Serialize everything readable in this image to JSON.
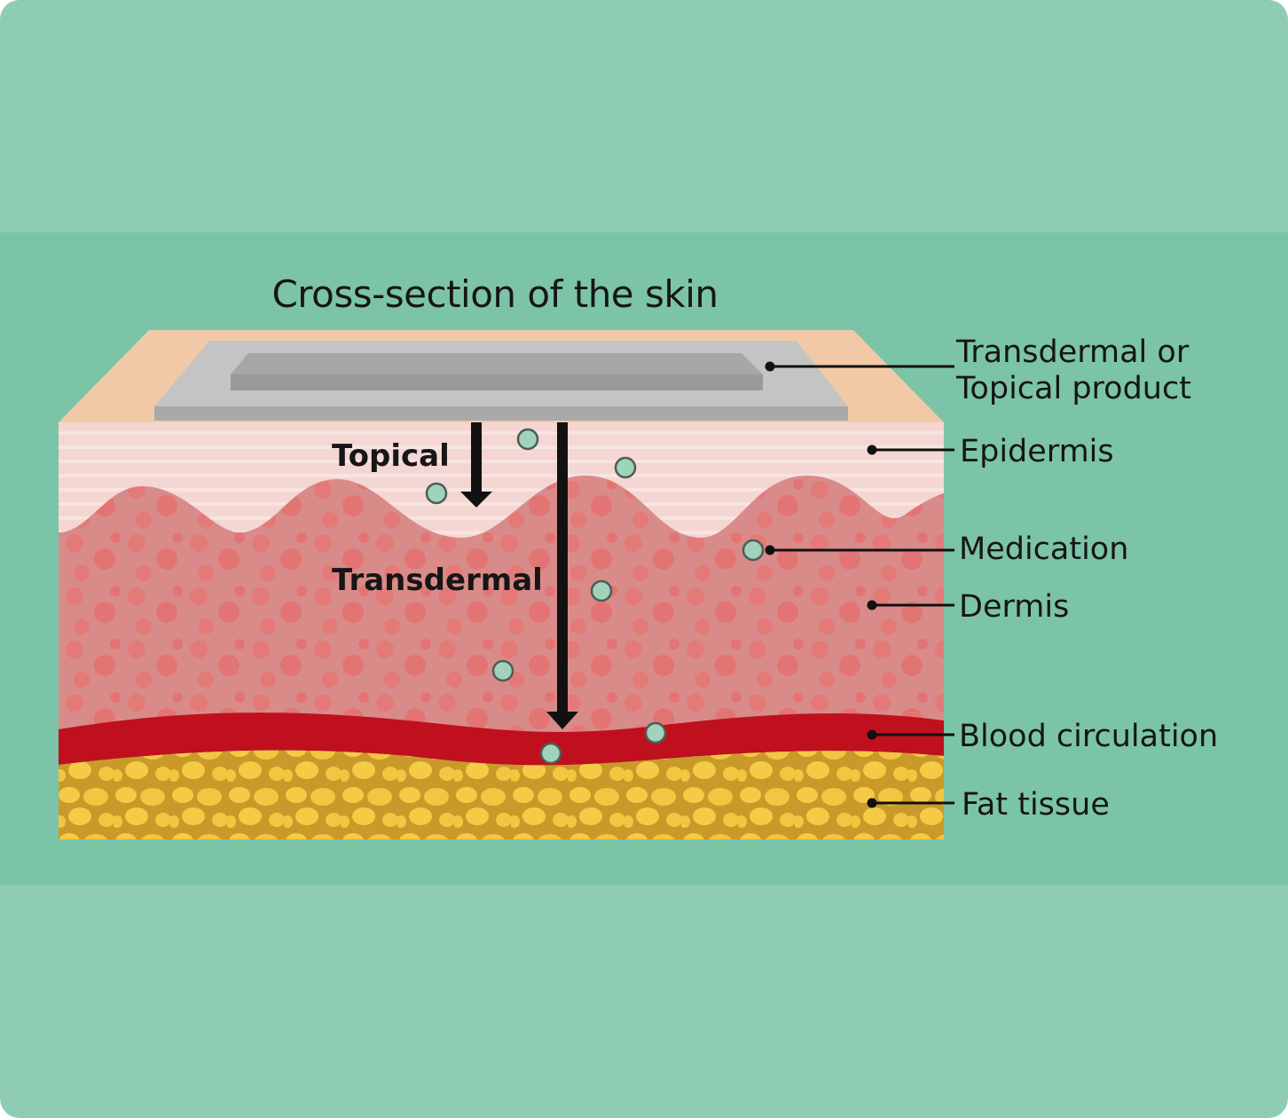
{
  "title": "Cross-section of the skin",
  "labels": {
    "product_line1": "Transdermal or",
    "product_line2": "Topical product",
    "epidermis": "Epidermis",
    "medication": "Medication",
    "dermis": "Dermis",
    "blood": "Blood circulation",
    "fat": "Fat tissue"
  },
  "paths": {
    "topical": "Topical",
    "transdermal": "Transdermal"
  },
  "colors": {
    "background": "#8ecdb3",
    "band": "#7cc4a7",
    "skin_surface": "#f2c9a6",
    "epidermis": "#f4d7d4",
    "dermis": "#d98b89",
    "blood": "#c0101e",
    "fat": "#f3c84a",
    "patch": "#bdbdbd",
    "medication": "#9fd3bc"
  }
}
